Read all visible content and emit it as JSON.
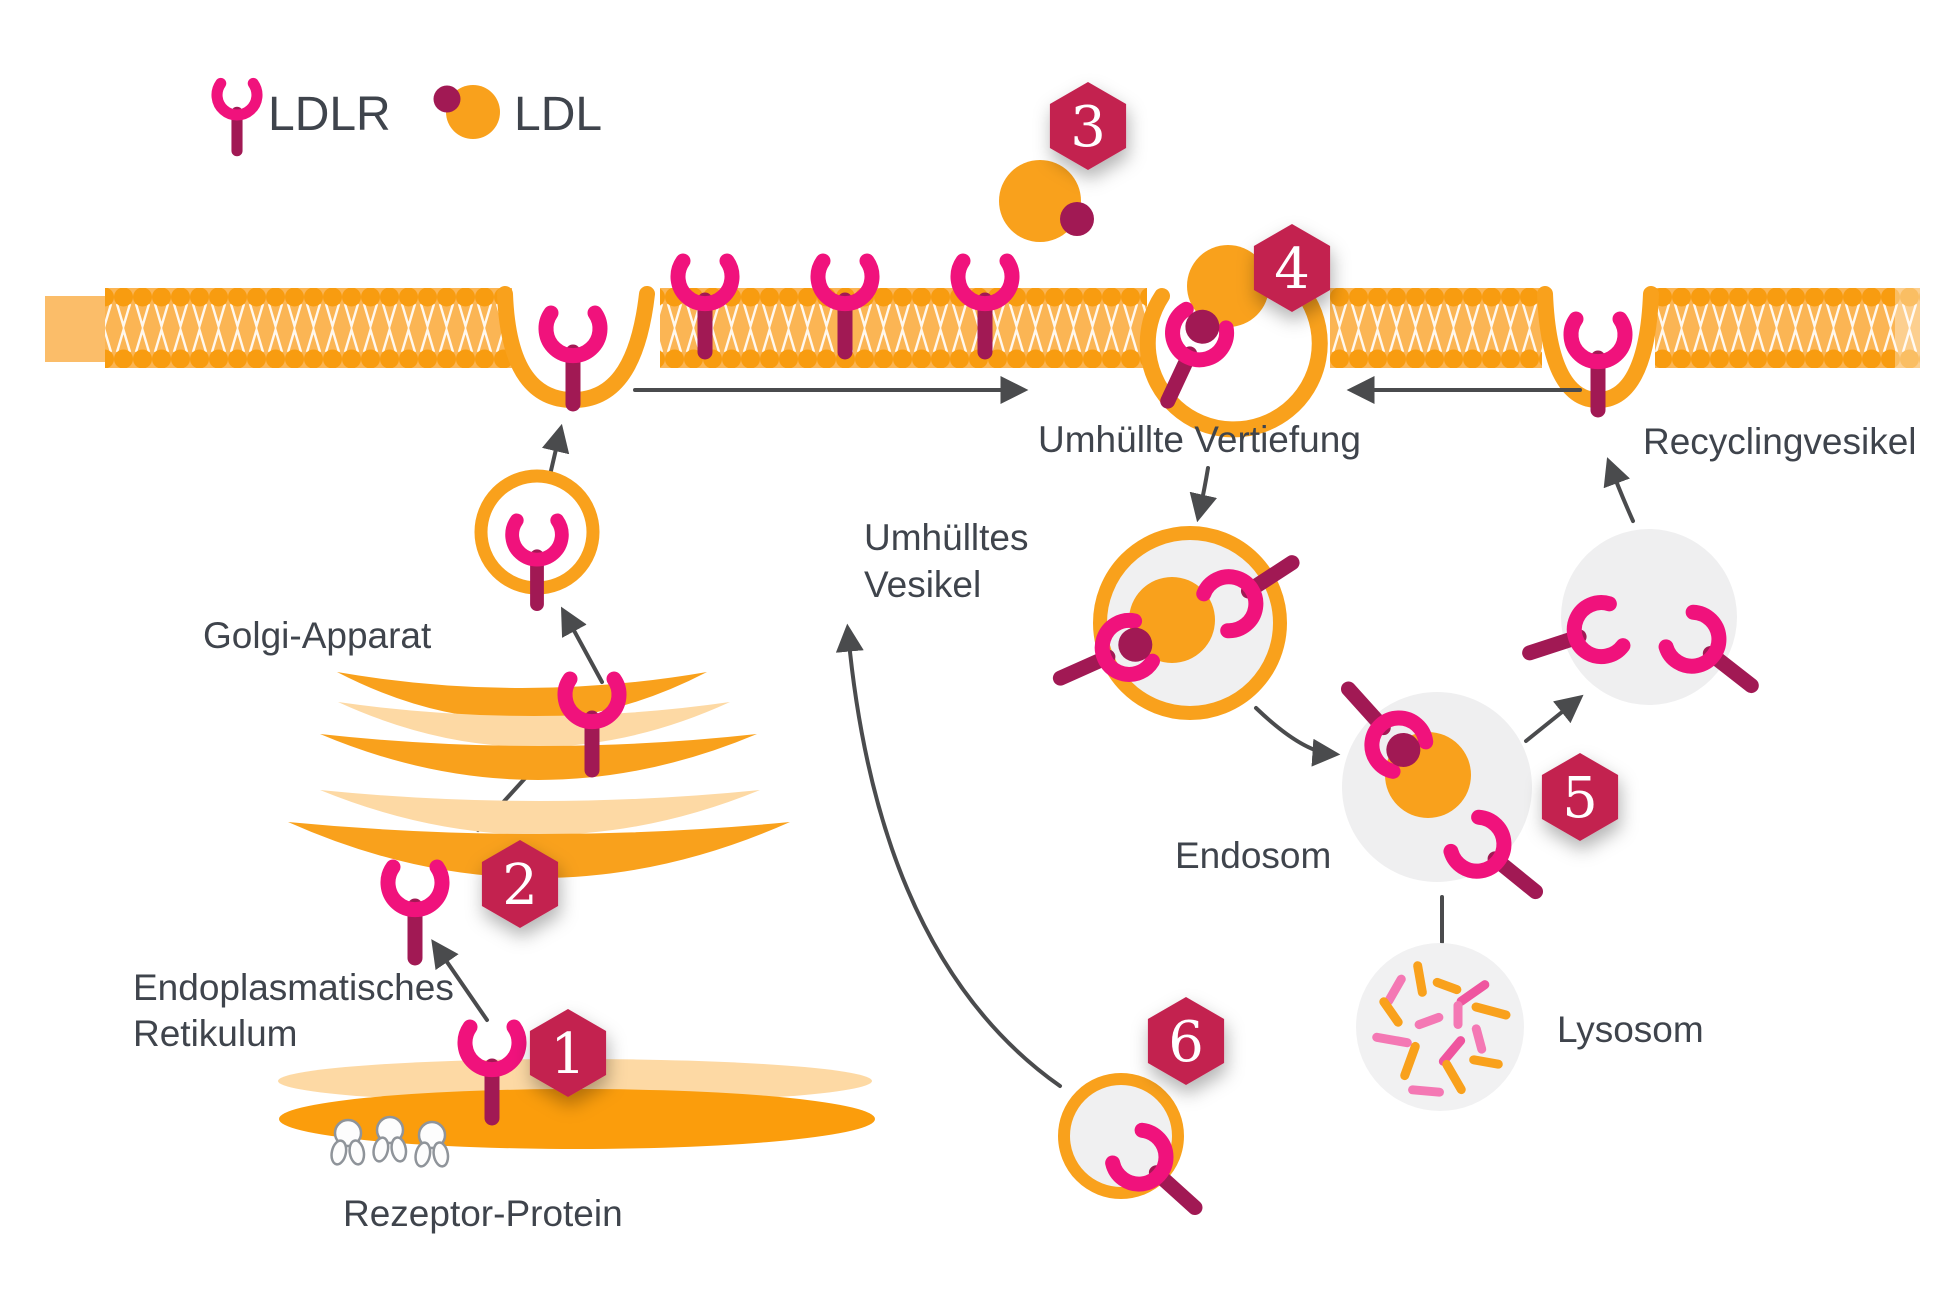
{
  "legend": {
    "ldlr": "LDLR",
    "ldl": "LDL"
  },
  "steps": [
    {
      "number": "1"
    },
    {
      "number": "2"
    },
    {
      "number": "3"
    },
    {
      "number": "4"
    },
    {
      "number": "5"
    },
    {
      "number": "6"
    }
  ],
  "labels": {
    "golgi": "Golgi-Apparat",
    "er_line1": "Endoplasmatisches",
    "er_line2": "Retikulum",
    "receptor_protein": "Rezeptor-Protein",
    "coated_pit": "Umhüllte Vertiefung",
    "coated_vesicle_line1": "Umhülltes",
    "coated_vesicle_line2": "Vesikel",
    "recycling_vesicle": "Recyclingvesikel",
    "endosome": "Endosom",
    "lysosome": "Lysosom"
  },
  "palette": {
    "orange": "#F9A11C",
    "orange_heads": "#F89C10",
    "orange_light": "#FDD9A4",
    "membrane_inner": "#FBB554",
    "er_front": "#FB9D0C",
    "receptor_pink": "#F0127C",
    "receptor_stem_maroon": "#A11954",
    "badge_red": "#C32350",
    "text": "#3F444C",
    "arrow": "#4A4B4D",
    "vesicle_gray": "#EFEFF0",
    "lysosome_pink": "#F478B4"
  },
  "icons": {
    "ldl_receptor": "Y-shaped LDL receptor",
    "ldl_particle": "LDL particle (orange sphere with ApoB dot)",
    "step_badge": "hexagonal step number badge",
    "ribosome": "ribosome",
    "membrane": "lipid bilayer membrane"
  }
}
